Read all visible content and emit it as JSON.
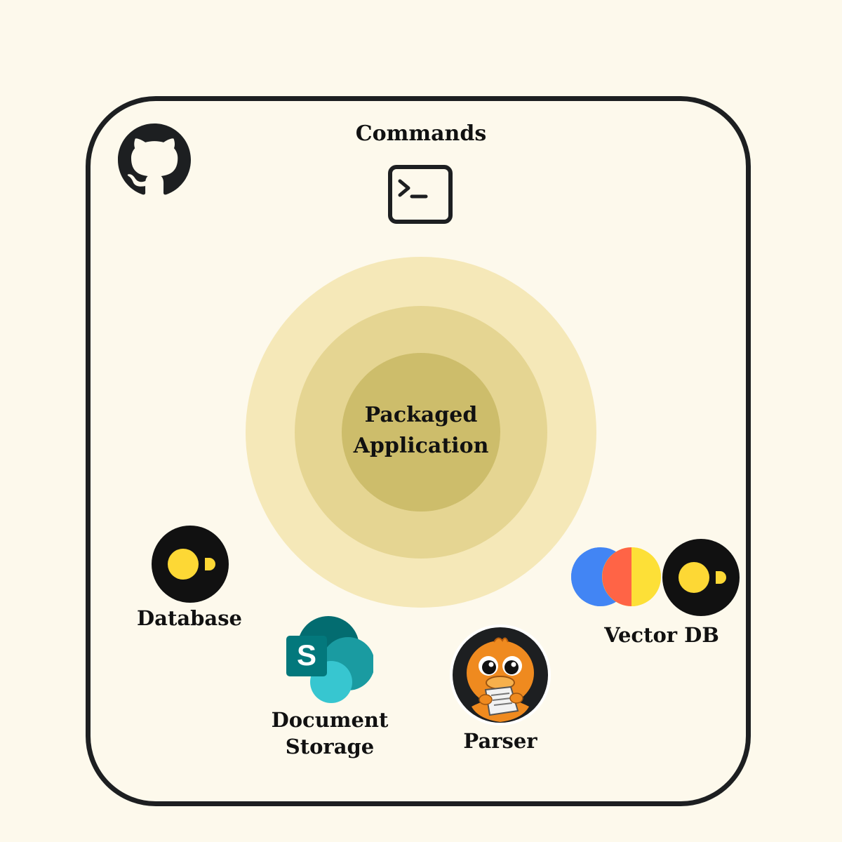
{
  "diagram": {
    "commands_label": "Commands",
    "center_label_line1": "Packaged",
    "center_label_line2": "Application",
    "database_label": "Database",
    "document_storage_line1": "Document",
    "document_storage_line2": "Storage",
    "parser_label": "Parser",
    "vector_db_label": "Vector DB",
    "sharepoint_letter": "S"
  },
  "colors": {
    "background": "#fdf9ec",
    "frame": "#1d1f21",
    "ring_outer": "#f5e8b8",
    "ring_middle": "#e5d592",
    "ring_inner": "#cdbd6b",
    "dot_yellow": "#fdd835",
    "sharepoint_dark": "#036c70",
    "sharepoint_mid": "#1a9ba1",
    "sharepoint_light": "#37c6d0",
    "vector_blue": "#4285f4",
    "vector_red": "#ff6446",
    "vector_yellow": "#fde037",
    "parser_orange": "#ef8a1f"
  },
  "icons": [
    "github-icon",
    "terminal-icon",
    "database-icon",
    "sharepoint-icon",
    "parser-mascot-icon",
    "vector-db-logo-icon",
    "vector-db-db-icon"
  ]
}
